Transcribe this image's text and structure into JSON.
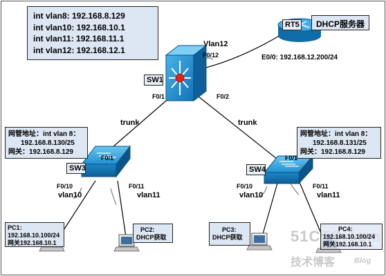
{
  "vlan_box": {
    "lines": [
      "int vlan8: 192.168.8.129",
      "int vlan10: 192.168.10.1",
      "int vlan11: 192.168.11.1",
      "int vlan12: 192.168.12.1"
    ]
  },
  "dhcp_server_label": "DHCP服务器",
  "rt5": {
    "name": "RT5",
    "interface": "E0/0: 192.168.12.200/24"
  },
  "sw1": {
    "name": "SW1",
    "port_vlan12": "Vlan12",
    "port_f012": "F0/12",
    "port_f01": "F0/1",
    "port_f02": "F0/2"
  },
  "trunk_left": "trunk",
  "trunk_right": "trunk",
  "sw3": {
    "name": "SW3",
    "port_f01": "F0/1",
    "port_f010": "F0/10",
    "port_f011": "F0/11",
    "vlan_a": "vlan10",
    "vlan_b": "vlan11",
    "mgmt_lines": [
      "网管地址：int vlan 8：",
      "192.168.8.130/25",
      "网关：192.168.8.129"
    ]
  },
  "sw4": {
    "name": "SW4",
    "port_f01": "F0/1",
    "port_f010": "F0/10",
    "port_f011": "F0/11",
    "vlan_a": "vlan10",
    "vlan_b": "vlan11",
    "mgmt_lines": [
      "网管地址：int vlan 8：",
      "192.168.8.131/25",
      "网关：192.168.8.129"
    ]
  },
  "pc1": {
    "lines": [
      "PC1:",
      "192.168.10.100/24",
      "网关192.168.10.1"
    ]
  },
  "pc2": {
    "lines": [
      "PC2:",
      "DHCP获取"
    ]
  },
  "pc3": {
    "lines": [
      "PC3:",
      "DHCP获取"
    ]
  },
  "pc4": {
    "lines": [
      "PC4:",
      "192.168.10.100/24",
      "网关192.168.10.1"
    ]
  },
  "watermark": {
    "line1": "51CTO.com",
    "line2": "技术博客",
    "line3": "Blog"
  },
  "colors": {
    "box_fill": "#dde6f3",
    "device_blue": "#1b8fd0",
    "router_blue": "#1a8ac8",
    "core_red": "#e2231a"
  }
}
